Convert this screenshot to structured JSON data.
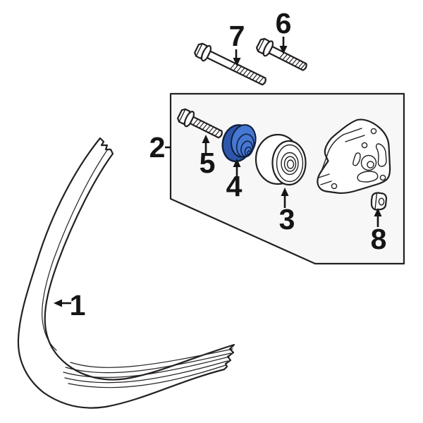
{
  "diagram": {
    "kind": "exploded-parts-diagram",
    "visible_text": [
      "1",
      "2",
      "3",
      "4",
      "5",
      "6",
      "7",
      "8"
    ]
  },
  "colors": {
    "line": "#242021",
    "box_fill": "#f7f7f7",
    "highlight_face": "#4677d3",
    "highlight_side": "#2e57ab",
    "highlight_outline": "#101f3c"
  },
  "callouts": [
    {
      "label": "1",
      "part": "drive-belt"
    },
    {
      "label": "2",
      "part": "tensioner-assembly-box"
    },
    {
      "label": "3",
      "part": "idler-pulley"
    },
    {
      "label": "4",
      "part": "highlighted-pulley-cover"
    },
    {
      "label": "5",
      "part": "short-bolt"
    },
    {
      "label": "6",
      "part": "medium-bolt"
    },
    {
      "label": "7",
      "part": "long-bolt"
    },
    {
      "label": "8",
      "part": "hex-nut"
    }
  ]
}
